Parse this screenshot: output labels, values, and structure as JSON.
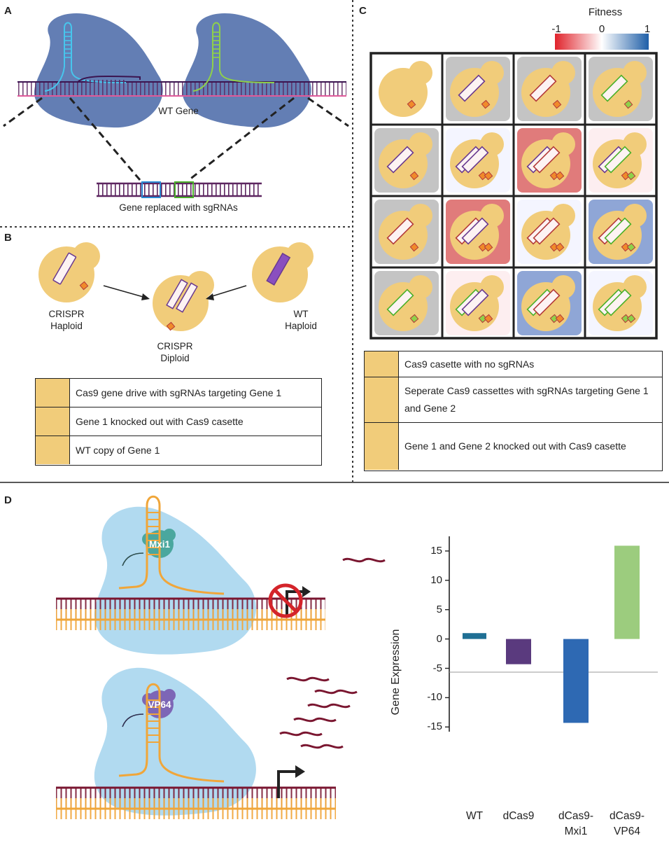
{
  "panels": {
    "a": {
      "letter": "A",
      "wt_gene": "WT Gene",
      "replaced": "Gene replaced with sgRNAs"
    },
    "b": {
      "letter": "B",
      "crispr_haploid": [
        "CRISPR",
        "Haploid"
      ],
      "wt_haploid": [
        "WT",
        "Haploid"
      ],
      "crispr_diploid": [
        "CRISPR",
        "Diploid"
      ],
      "legend": [
        "Cas9 gene drive with sgRNAs targeting Gene 1",
        "Gene 1 knocked out with Cas9 casette",
        "WT copy of Gene 1"
      ]
    },
    "c": {
      "letter": "C",
      "fitness_title": "Fitness",
      "scale_labels": [
        "-1",
        "0",
        "1"
      ],
      "grid_backgrounds": [
        [
          "#ffffff",
          "#c4c4c4",
          "#c4c4c4",
          "#c4c4c4"
        ],
        [
          "#c4c4c4",
          "#f4f5ff",
          "#e07b7b",
          "#fdeef0"
        ],
        [
          "#c4c4c4",
          "#e07b7b",
          "#f4f5ff",
          "#8fa6d6"
        ],
        [
          "#c4c4c4",
          "#fdeef0",
          "#8fa6d6",
          "#f4f5ff"
        ]
      ],
      "legend": [
        "Cas9 casette with no sgRNAs",
        "Seperate Cas9 cassettes with sgRNAs targeting Gene 1 and Gene 2",
        "Gene 1 and Gene 2 knocked out with Cas9 casette"
      ]
    },
    "d": {
      "letter": "D",
      "repressor": "Mxi1",
      "activator": "VP64"
    }
  },
  "colors": {
    "cas9_dark": "#5b77b0",
    "cas9_light": "#a9d6ee",
    "yeast": "#f1cc7a",
    "dna_purple": "#5d2660",
    "dna_pink": "#e05a9a",
    "sgrna_blue": "#47c5ec",
    "sgrna_green": "#8fd14a",
    "wt_gene_purple": "#8a4fbf",
    "dna_maroon": "#7a1630",
    "dna_orange": "#f0a63a",
    "mxi1": "#4aa79e",
    "vp64": "#7d66b6"
  },
  "chart_data": {
    "type": "bar",
    "categories": [
      "WT",
      "dCas9",
      "dCas9-Mxi1",
      "dCas9-VP64"
    ],
    "category_lines": [
      [
        "WT"
      ],
      [
        "dCas9"
      ],
      [
        "dCas9-",
        "Mxi1"
      ],
      [
        "dCas9-",
        "VP64"
      ]
    ],
    "values": [
      1,
      -4.3,
      -14.3,
      15.9
    ],
    "colors": [
      "#1f6f94",
      "#5a3a7e",
      "#2e69b3",
      "#9ccc7e"
    ],
    "ylabel": "Gene Expression",
    "ylim": [
      -15.8,
      17.5
    ],
    "yticks": [
      15,
      10,
      5,
      0,
      -5,
      -10,
      -15
    ]
  }
}
